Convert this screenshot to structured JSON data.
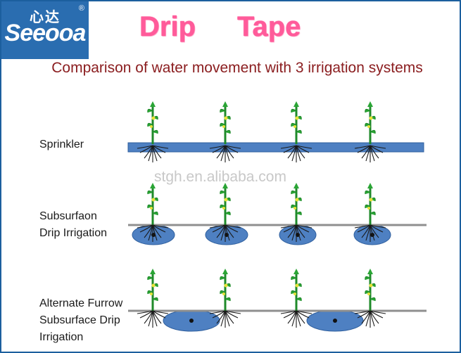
{
  "logo": {
    "cn_text": "心达",
    "en_text": "Seeooa",
    "registered": "®"
  },
  "title": {
    "word1": "Drip",
    "word2": "Tape"
  },
  "subtitle": "Comparison of water movement with 3 irrigation systems",
  "watermark": "stgh.en.alibaba.com",
  "rows": {
    "sprinkler": {
      "label": "Sprinkler"
    },
    "subsurface": {
      "line1": "Subsurfaon",
      "line2": "Drip Irrigation"
    },
    "alternate": {
      "line1": "Alternate Furrow",
      "line2": "Subsurface Drip",
      "line3": "Irrigation"
    }
  },
  "colors": {
    "water": "#4e80c2",
    "water_edge": "#2f5f9e",
    "ground": "#8f8f8f",
    "stem": "#1f8a2a",
    "leaf": "#2aa535",
    "flower": "#e8e23a",
    "root": "#1a1a1a",
    "emitter": "#111111"
  }
}
